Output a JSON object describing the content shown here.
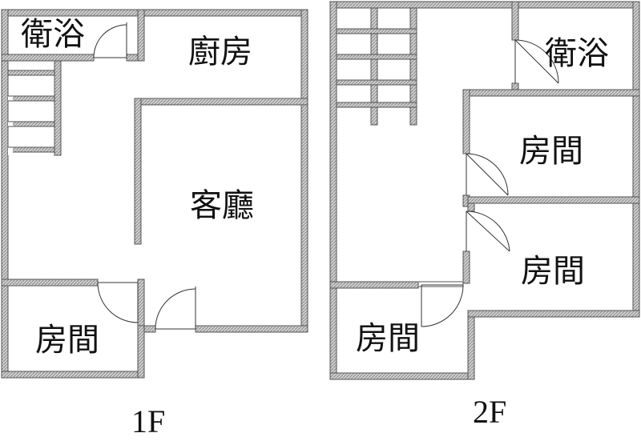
{
  "floors": [
    {
      "label": "1F",
      "rooms": [
        {
          "name": "衛浴"
        },
        {
          "name": "廚房"
        },
        {
          "name": "客廳"
        },
        {
          "name": "房間"
        }
      ]
    },
    {
      "label": "2F",
      "rooms": [
        {
          "name": "衛浴"
        },
        {
          "name": "房間"
        },
        {
          "name": "房間"
        },
        {
          "name": "房間"
        }
      ]
    }
  ],
  "colors": {
    "wall_fill": "#bdbdbd",
    "wall_stroke": "#555555",
    "background": "#ffffff",
    "text": "#111111"
  },
  "icons": [
    "door-swing-icon",
    "staircase-icon"
  ]
}
